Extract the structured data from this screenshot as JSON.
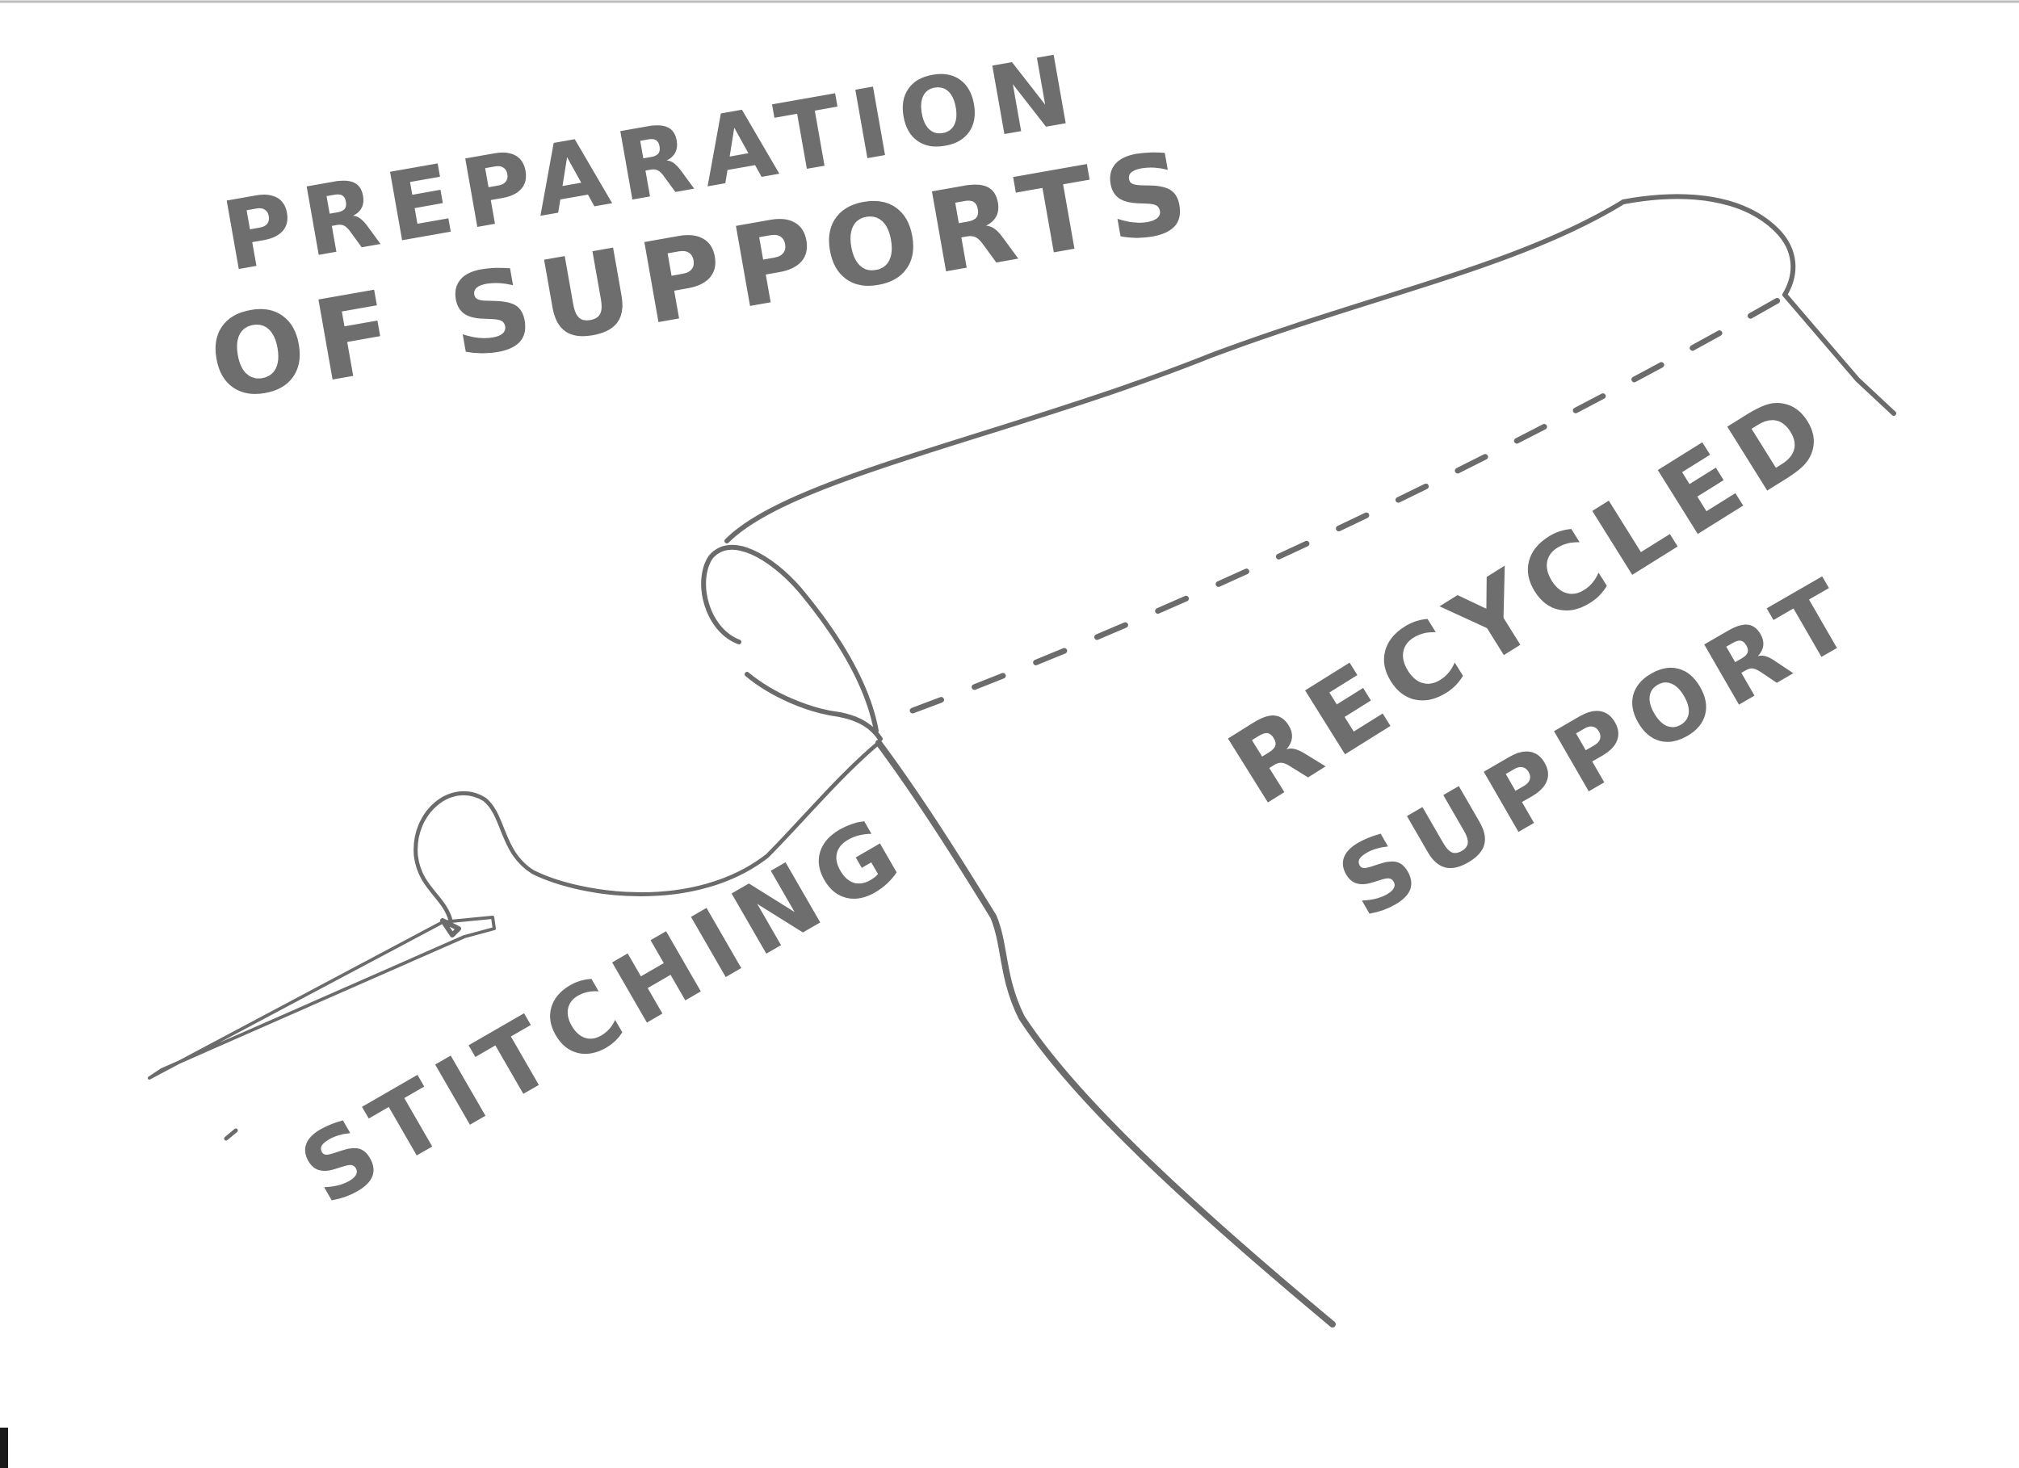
{
  "labels": {
    "title_line1": "PREPARATION",
    "title_line2": "OF SUPPORTS",
    "recycled_line1": "RECYCLED",
    "recycled_line2": "SUPPORT",
    "stitching": "STITCHING"
  },
  "colors": {
    "ink": "#6b6b6b",
    "paper": "#ffffff"
  }
}
